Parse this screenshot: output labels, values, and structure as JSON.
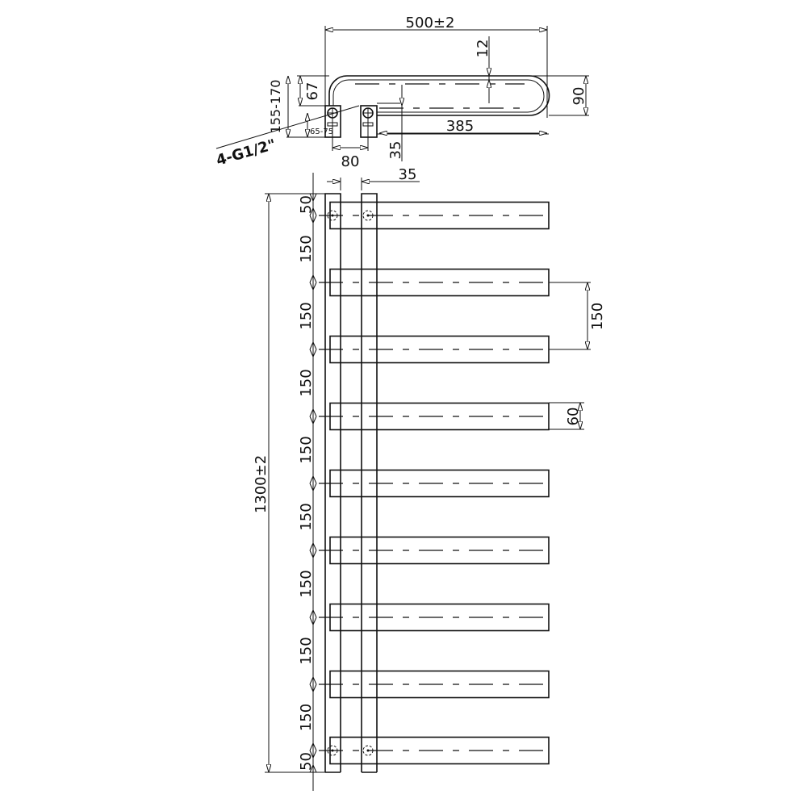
{
  "top_view": {
    "width_total": "500±2",
    "tube_dia": "12",
    "depth_total": "90",
    "depth_inner": "67",
    "wall_dist": "155-170",
    "valve_height": "65-75",
    "connection": "4-G1/2\"",
    "centers": "80",
    "offset": "35",
    "inner_length": "385"
  },
  "front_view": {
    "post_width": "35",
    "height_total": "1300±2",
    "chain": [
      "50",
      "150",
      "150",
      "150",
      "150",
      "150",
      "150",
      "150",
      "150",
      "50"
    ],
    "bar_pitch": "150",
    "bar_height": "60"
  },
  "colors": {
    "line": "#111111",
    "background": "#ffffff"
  }
}
